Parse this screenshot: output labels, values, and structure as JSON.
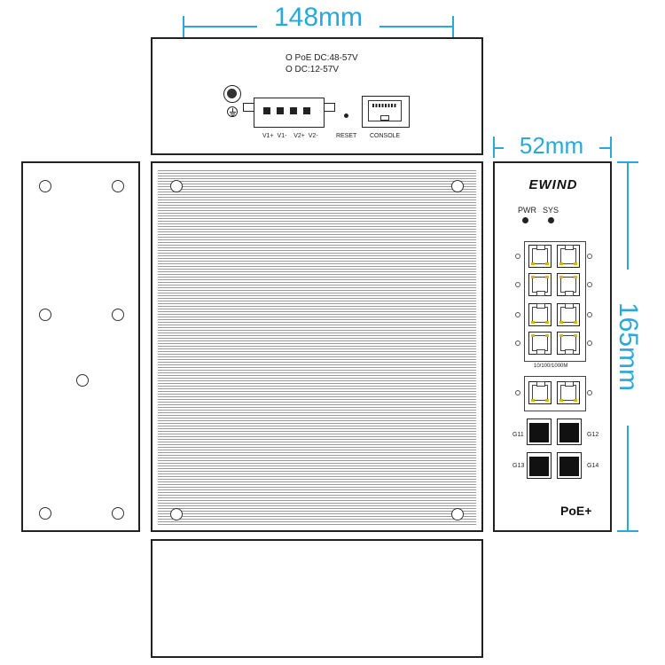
{
  "dimensions": {
    "width": "148mm",
    "depth": "52mm",
    "height": "165mm",
    "color": "#2aa8d8"
  },
  "top_panel": {
    "power_line1": "O PoE DC:48-57V",
    "power_line2": "O DC:12-57V",
    "terminal_labels": "V1+  V1-    V2+  V2-",
    "reset_label": "RESET",
    "console_label": "CONSOLE",
    "ground_icon": "ground-icon"
  },
  "front_panel": {
    "brand": "EWIND",
    "pwr_label": "PWR",
    "sys_label": "SYS",
    "speed_label": "10/100/1000M",
    "sfp_labels": [
      "G11",
      "G12",
      "G13",
      "G14"
    ],
    "poe_label": "PoE+",
    "led_color": "#d9b400"
  }
}
